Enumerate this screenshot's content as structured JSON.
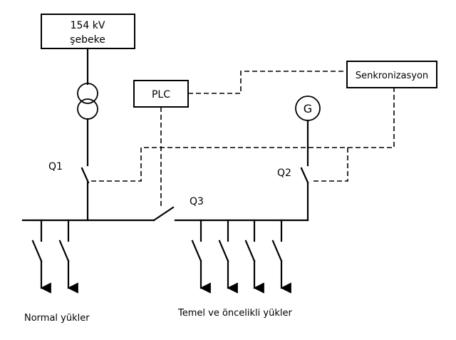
{
  "grid": {
    "line1": "154 kV",
    "line2": "şebeke"
  },
  "plc": "PLC",
  "sync": "Senkronizasyon",
  "generator": "G",
  "breakers": {
    "q1": "Q1",
    "q2": "Q2",
    "q3": "Q3"
  },
  "loads": {
    "normal": "Normal yükler",
    "priority": "Temel ve öncelikli yükler"
  }
}
